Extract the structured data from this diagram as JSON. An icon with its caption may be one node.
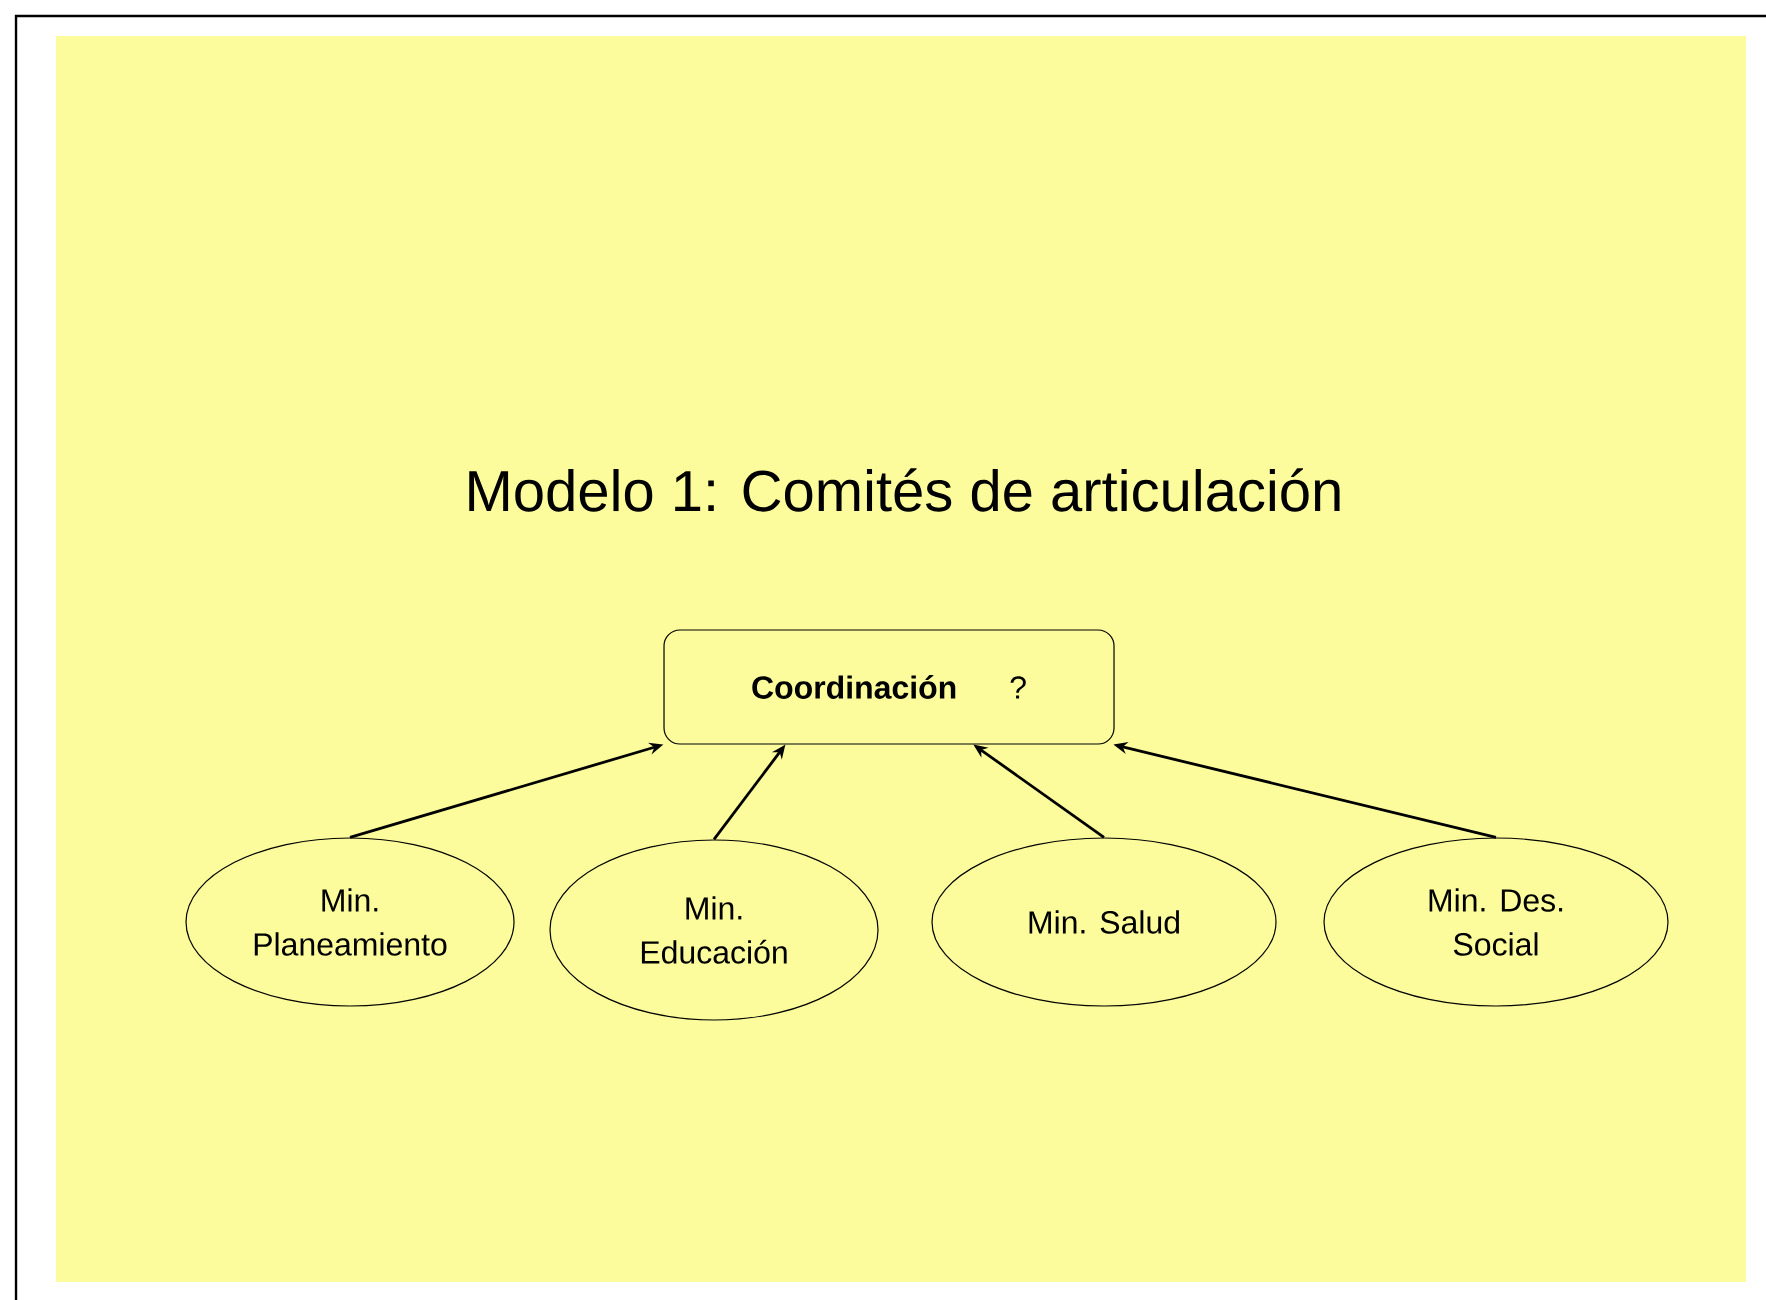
{
  "diagram": {
    "title": "Modelo 1: Comités de articulación",
    "nodes": [
      {
        "text": [
          "Coordinación",
          "?"
        ]
      },
      {
        "text": [
          "Min. Planeamiento"
        ]
      },
      {
        "text": [
          "Min. Educación"
        ]
      },
      {
        "text": [
          "Min. Salud"
        ]
      },
      {
        "text": [
          "Min. Des. Social"
        ]
      }
    ],
    "edges": [
      {
        "from": 1,
        "to": 0,
        "arrow": "to"
      },
      {
        "from": 2,
        "to": 0,
        "arrow": "to"
      },
      {
        "from": 3,
        "to": 0,
        "arrow": "to"
      },
      {
        "from": 4,
        "to": 0,
        "arrow": "to"
      }
    ]
  }
}
